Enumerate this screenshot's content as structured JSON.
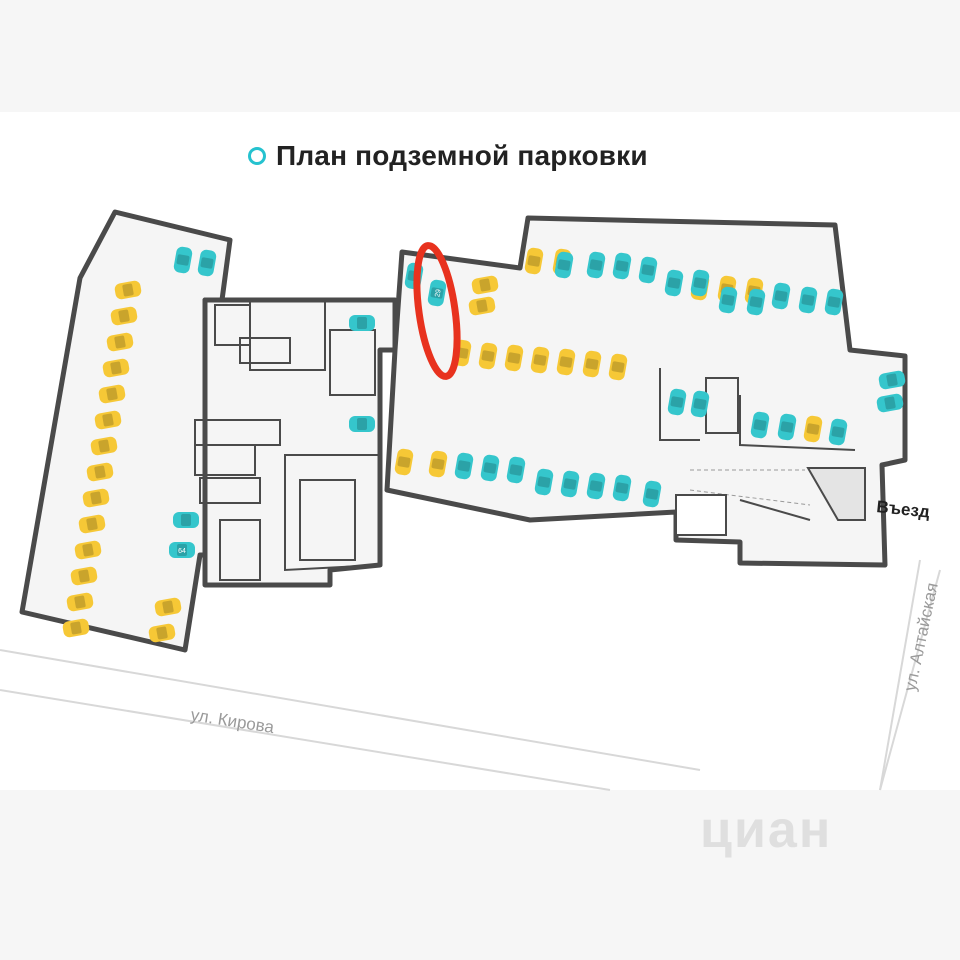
{
  "title": "План подземной парковки",
  "streets": {
    "kirova": "ул. Кирова",
    "altaiskaya": "ул. Алтайская"
  },
  "entrance_label": "Въезд",
  "watermark": "циан",
  "colors": {
    "accent": "#25c2cf",
    "yellow": "#f6c836",
    "teal": "#35c6cc",
    "wall": "#4a4a4a",
    "floor": "#f5f5f5",
    "highlight": "#e8321e"
  },
  "highlight": {
    "target": "spot",
    "description_shown": false
  },
  "spots": [
    {
      "c": "teal",
      "l": ""
    },
    {
      "c": "teal",
      "l": ""
    },
    {
      "c": "yellow",
      "l": ""
    },
    {
      "c": "yellow",
      "l": ""
    },
    {
      "c": "yellow",
      "l": ""
    },
    {
      "c": "yellow",
      "l": ""
    },
    {
      "c": "yellow",
      "l": ""
    },
    {
      "c": "yellow",
      "l": ""
    },
    {
      "c": "yellow",
      "l": ""
    },
    {
      "c": "yellow",
      "l": ""
    },
    {
      "c": "yellow",
      "l": ""
    },
    {
      "c": "yellow",
      "l": ""
    },
    {
      "c": "yellow",
      "l": ""
    },
    {
      "c": "yellow",
      "l": ""
    },
    {
      "c": "yellow",
      "l": ""
    },
    {
      "c": "yellow",
      "l": ""
    },
    {
      "c": "yellow",
      "l": ""
    },
    {
      "c": "yellow",
      "l": ""
    },
    {
      "c": "teal",
      "l": ""
    },
    {
      "c": "teal",
      "l": ""
    },
    {
      "c": "teal",
      "l": ""
    },
    {
      "c": "teal",
      "l": "64"
    },
    {
      "c": "teal",
      "l": ""
    },
    {
      "c": "teal",
      "l": "29"
    },
    {
      "c": "yellow",
      "l": ""
    },
    {
      "c": "yellow",
      "l": ""
    },
    {
      "c": "yellow",
      "l": ""
    },
    {
      "c": "yellow",
      "l": ""
    },
    {
      "c": "yellow",
      "l": ""
    },
    {
      "c": "yellow",
      "l": ""
    },
    {
      "c": "yellow",
      "l": ""
    },
    {
      "c": "yellow",
      "l": ""
    },
    {
      "c": "yellow",
      "l": ""
    },
    {
      "c": "yellow",
      "l": ""
    },
    {
      "c": "yellow",
      "l": ""
    },
    {
      "c": "yellow",
      "l": ""
    },
    {
      "c": "yellow",
      "l": ""
    },
    {
      "c": "teal",
      "l": ""
    },
    {
      "c": "teal",
      "l": ""
    },
    {
      "c": "teal",
      "l": ""
    },
    {
      "c": "teal",
      "l": ""
    },
    {
      "c": "teal",
      "l": ""
    },
    {
      "c": "teal",
      "l": ""
    },
    {
      "c": "teal",
      "l": ""
    },
    {
      "c": "teal",
      "l": ""
    },
    {
      "c": "teal",
      "l": ""
    },
    {
      "c": "teal",
      "l": ""
    },
    {
      "c": "teal",
      "l": ""
    },
    {
      "c": "teal",
      "l": ""
    },
    {
      "c": "yellow",
      "l": ""
    },
    {
      "c": "yellow",
      "l": ""
    },
    {
      "c": "yellow",
      "l": ""
    },
    {
      "c": "teal",
      "l": ""
    },
    {
      "c": "teal",
      "l": ""
    },
    {
      "c": "teal",
      "l": ""
    },
    {
      "c": "teal",
      "l": ""
    },
    {
      "c": "teal",
      "l": ""
    },
    {
      "c": "teal",
      "l": ""
    },
    {
      "c": "teal",
      "l": ""
    },
    {
      "c": "teal",
      "l": ""
    },
    {
      "c": "teal",
      "l": ""
    },
    {
      "c": "yellow",
      "l": ""
    },
    {
      "c": "teal",
      "l": ""
    },
    {
      "c": "teal",
      "l": ""
    },
    {
      "c": "teal",
      "l": ""
    },
    {
      "c": "teal",
      "l": ""
    },
    {
      "c": "teal",
      "l": ""
    }
  ]
}
